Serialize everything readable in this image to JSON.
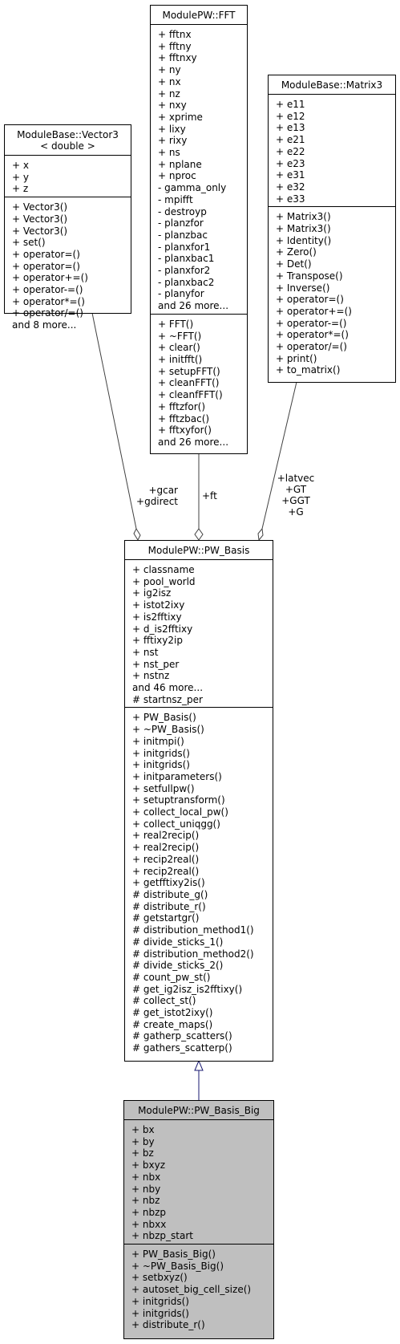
{
  "classes": {
    "vector3": {
      "title_lines": [
        "ModuleBase::Vector3",
        "< double >"
      ],
      "attributes": [
        "+ x",
        "+ y",
        "+ z"
      ],
      "methods": [
        "+ Vector3()",
        "+ Vector3()",
        "+ Vector3()",
        "+ set()",
        "+ operator=()",
        "+ operator=()",
        "+ operator+=()",
        "+ operator-=()",
        "+ operator*=()",
        "+ operator/=()",
        "and 8 more..."
      ]
    },
    "fft": {
      "title_lines": [
        "ModulePW::FFT"
      ],
      "attributes": [
        "+ fftnx",
        "+ fftny",
        "+ fftnxy",
        "+ ny",
        "+ nx",
        "+ nz",
        "+ nxy",
        "+ xprime",
        "+ lixy",
        "+ rixy",
        "+ ns",
        "+ nplane",
        "+ nproc",
        "- gamma_only",
        "- mpifft",
        "- destroyp",
        "- planzfor",
        "- planzbac",
        "- planxfor1",
        "- planxbac1",
        "- planxfor2",
        "- planxbac2",
        "- planyfor",
        "and 26 more..."
      ],
      "methods": [
        "+ FFT()",
        "+ ~FFT()",
        "+ clear()",
        "+ initfft()",
        "+ setupFFT()",
        "+ cleanFFT()",
        "+ cleanfFFT()",
        "+ fftzfor()",
        "+ fftzbac()",
        "+ fftxyfor()",
        "and 26 more..."
      ]
    },
    "matrix3": {
      "title_lines": [
        "ModuleBase::Matrix3"
      ],
      "attributes": [
        "+ e11",
        "+ e12",
        "+ e13",
        "+ e21",
        "+ e22",
        "+ e23",
        "+ e31",
        "+ e32",
        "+ e33"
      ],
      "methods": [
        "+ Matrix3()",
        "+ Matrix3()",
        "+ Identity()",
        "+ Zero()",
        "+ Det()",
        "+ Transpose()",
        "+ Inverse()",
        "+ operator=()",
        "+ operator+=()",
        "+ operator-=()",
        "+ operator*=()",
        "+ operator/=()",
        "+ print()",
        "+ to_matrix()"
      ]
    },
    "pw_basis": {
      "title_lines": [
        "ModulePW::PW_Basis"
      ],
      "attributes": [
        "+ classname",
        "+ pool_world",
        "+ ig2isz",
        "+ istot2ixy",
        "+ is2fftixy",
        "+ d_is2fftixy",
        "+ fftixy2ip",
        "+ nst",
        "+ nst_per",
        "+ nstnz",
        "and 46 more...",
        "# startnsz_per"
      ],
      "methods": [
        "+ PW_Basis()",
        "+ ~PW_Basis()",
        "+ initmpi()",
        "+ initgrids()",
        "+ initgrids()",
        "+ initparameters()",
        "+ setfullpw()",
        "+ setuptransform()",
        "+ collect_local_pw()",
        "+ collect_uniqgg()",
        "+ real2recip()",
        "+ real2recip()",
        "+ recip2real()",
        "+ recip2real()",
        "+ getfftixy2is()",
        "# distribute_g()",
        "# distribute_r()",
        "# getstartgr()",
        "# distribution_method1()",
        "# divide_sticks_1()",
        "# distribution_method2()",
        "# divide_sticks_2()",
        "# count_pw_st()",
        "# get_ig2isz_is2fftixy()",
        "# collect_st()",
        "# get_istot2ixy()",
        "# create_maps()",
        "# gatherp_scatters()",
        "# gathers_scatterp()"
      ]
    },
    "pw_basis_big": {
      "title_lines": [
        "ModulePW::PW_Basis_Big"
      ],
      "attributes": [
        "+ bx",
        "+ by",
        "+ bz",
        "+ bxyz",
        "+ nbx",
        "+ nby",
        "+ nbz",
        "+ nbzp",
        "+ nbxx",
        "+ nbzp_start"
      ],
      "methods": [
        "+ PW_Basis_Big()",
        "+ ~PW_Basis_Big()",
        "+ setbxyz()",
        "+ autoset_big_cell_size()",
        "+ initgrids()",
        "+ initgrids()",
        "+ distribute_r()"
      ]
    }
  },
  "edge_labels": {
    "vector3": [
      "+gcar",
      "+gdirect"
    ],
    "fft": [
      "+ft"
    ],
    "matrix3": [
      "+latvec",
      "+GT",
      "+GGT",
      "+G"
    ]
  },
  "colors": {
    "highlight_fill": "#bfbfbf",
    "inheritance_edge": "#191970",
    "association_edge": "#404040"
  }
}
